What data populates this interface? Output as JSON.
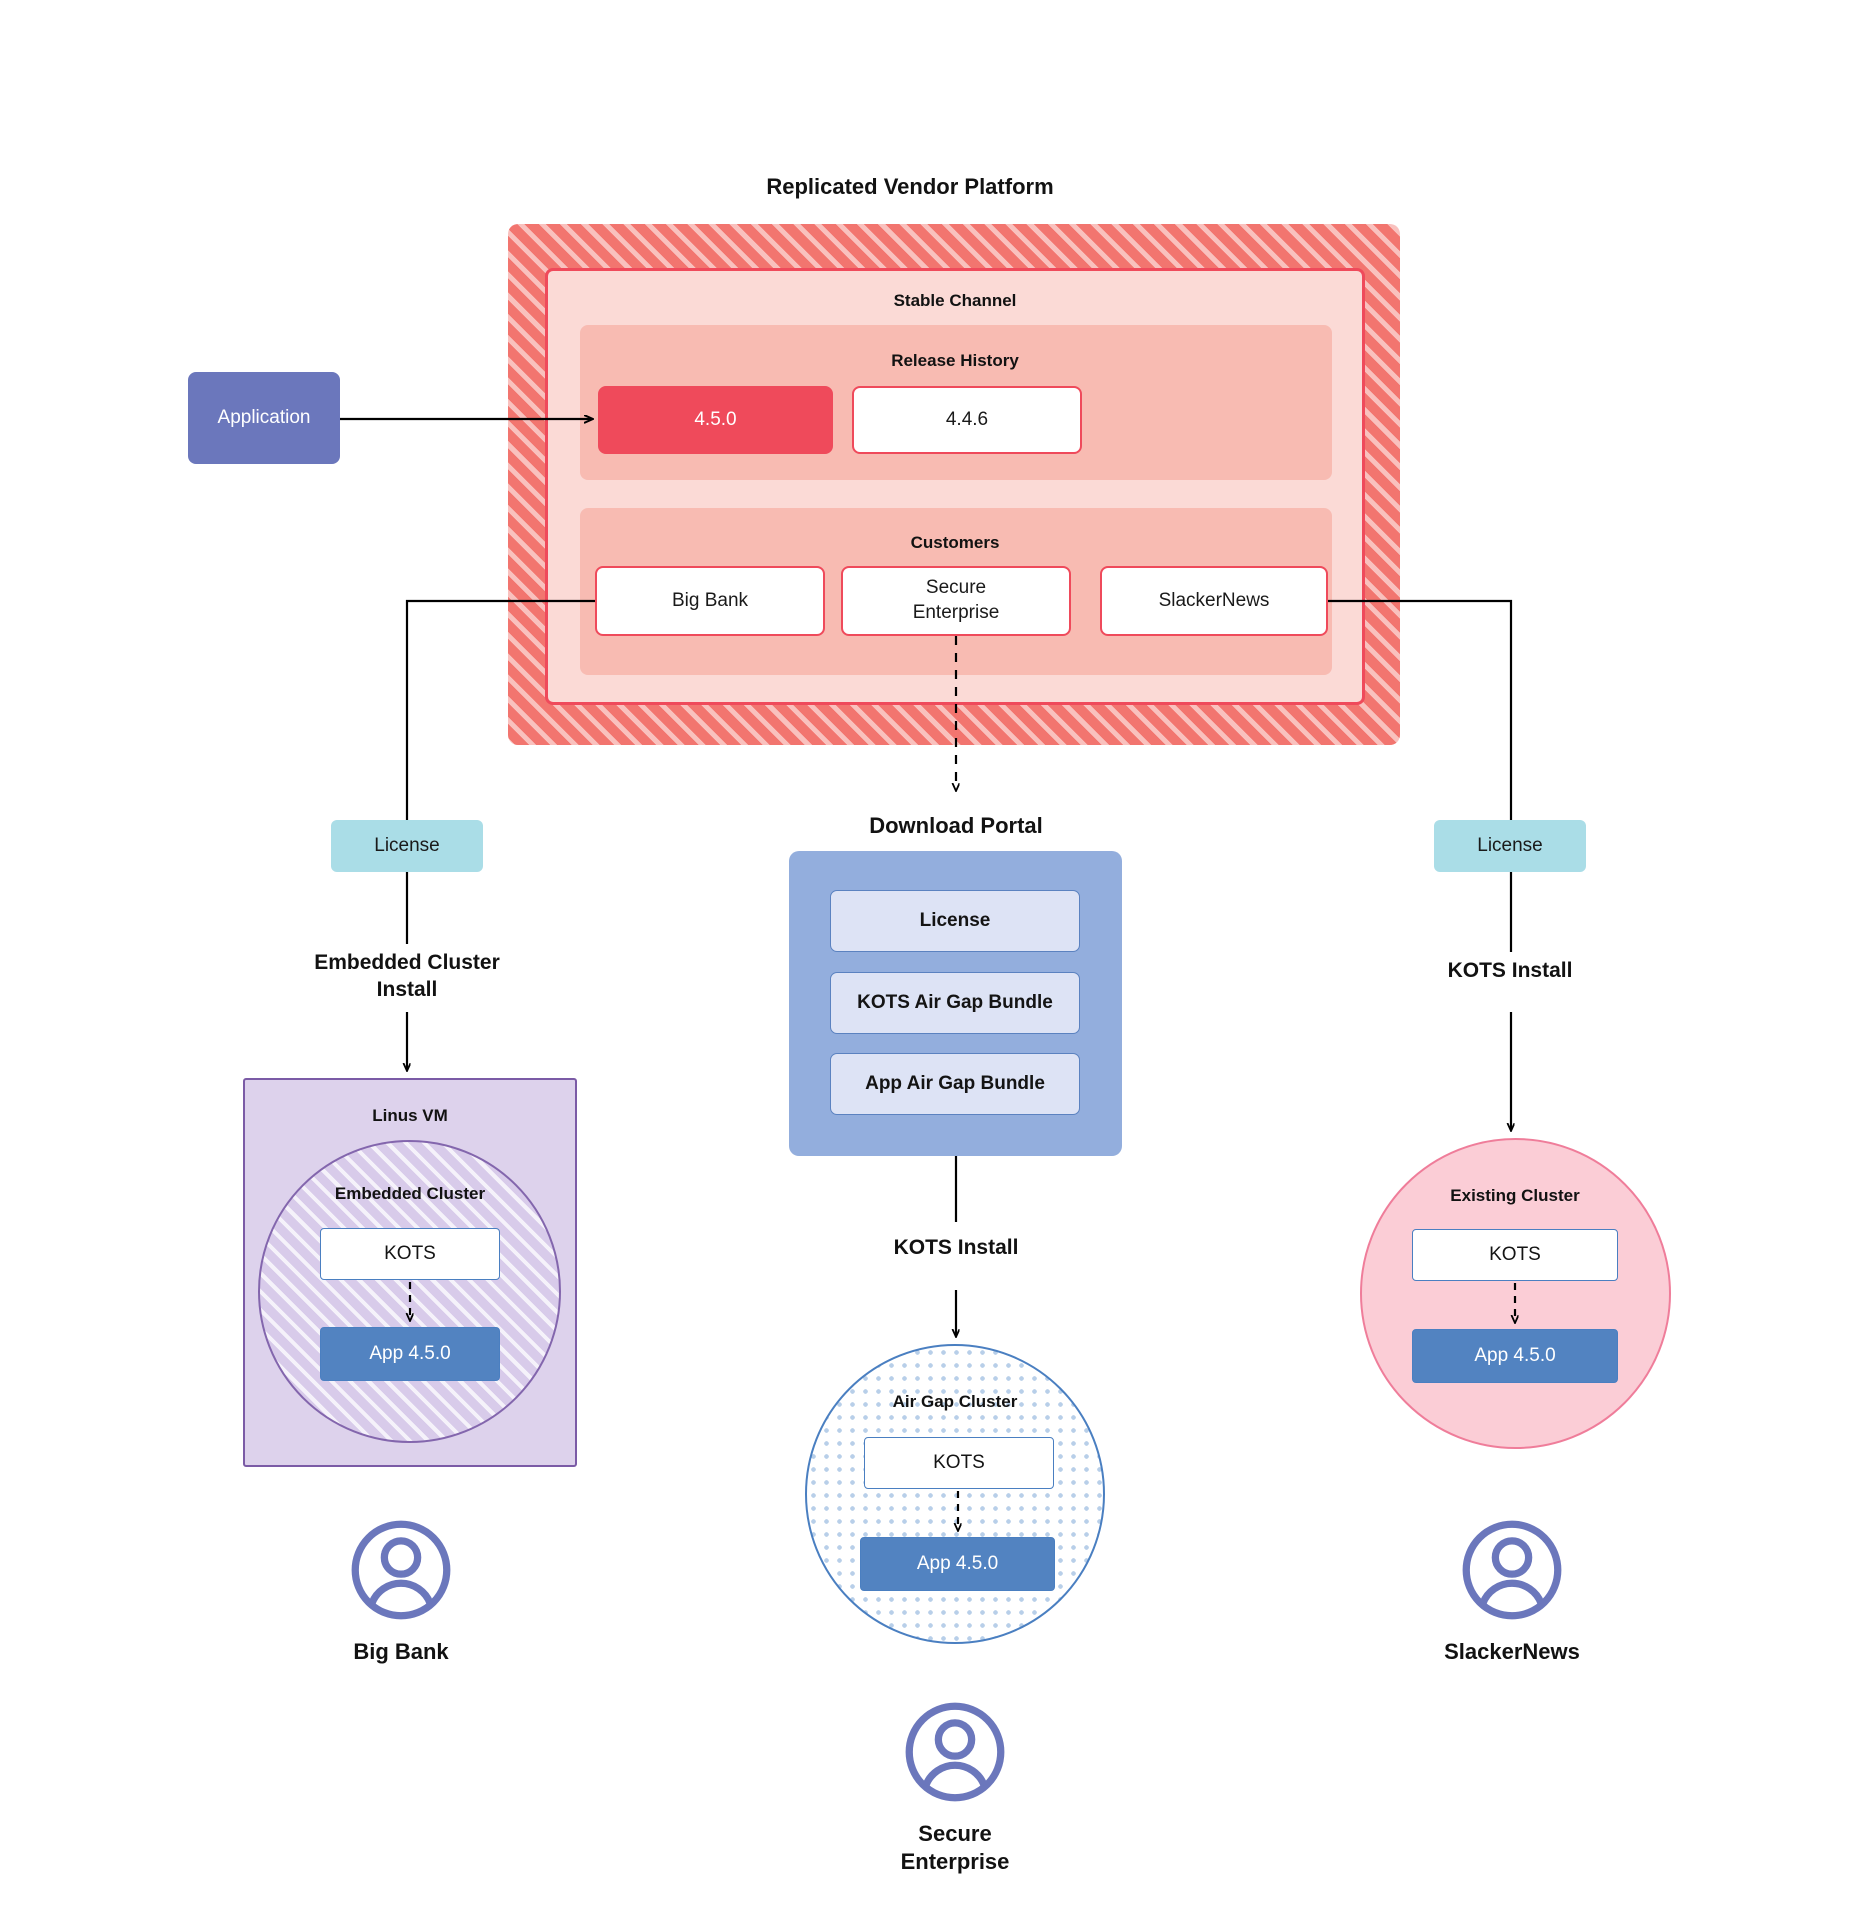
{
  "diagram": {
    "title": "Replicated Vendor Platform",
    "platform": {
      "channel_label": "Stable Channel",
      "release_history": {
        "label": "Release History",
        "releases": [
          {
            "version": "4.5.0",
            "state": "current"
          },
          {
            "version": "4.4.6",
            "state": "previous"
          }
        ]
      },
      "customers": {
        "label": "Customers",
        "items": [
          {
            "name": "Big Bank"
          },
          {
            "name": "Secure\nEnterprise"
          },
          {
            "name": "SlackerNews"
          }
        ]
      }
    },
    "application_chip": "Application",
    "license_left": "License",
    "license_right": "License",
    "install_labels": {
      "left": "Embedded Cluster\nInstall",
      "middle": "KOTS Install",
      "right": "KOTS Install"
    },
    "download_portal": {
      "title": "Download  Portal",
      "items": [
        "License",
        "KOTS Air Gap Bundle",
        "App Air Gap Bundle"
      ]
    },
    "targets": {
      "left": {
        "vm_label": "Linus VM",
        "cluster_label": "Embedded Cluster",
        "kots_label": "KOTS",
        "app_label": "App 4.5.0"
      },
      "middle": {
        "cluster_label": "Air Gap Cluster",
        "kots_label": "KOTS",
        "app_label": "App 4.5.0"
      },
      "right": {
        "cluster_label": "Existing Cluster",
        "kots_label": "KOTS",
        "app_label": "App 4.5.0"
      }
    },
    "personas": [
      {
        "name": "Big Bank"
      },
      {
        "name": "Secure\nEnterprise"
      },
      {
        "name": "SlackerNews"
      }
    ],
    "colors": {
      "platform_hatch": "#f2756f",
      "channel_fill": "#fbdad6",
      "section_fill": "#f8bbb2",
      "release_current": "#ef4a5b",
      "application": "#6b77bc",
      "license": "#aadde7",
      "portal": "#93aedd",
      "portal_item": "#dde3f5",
      "vm": "#ddd2ec",
      "embedded_circle": "#d8cbea",
      "existing_circle": "#fbcdd6",
      "app_version": "#5283c1"
    }
  }
}
